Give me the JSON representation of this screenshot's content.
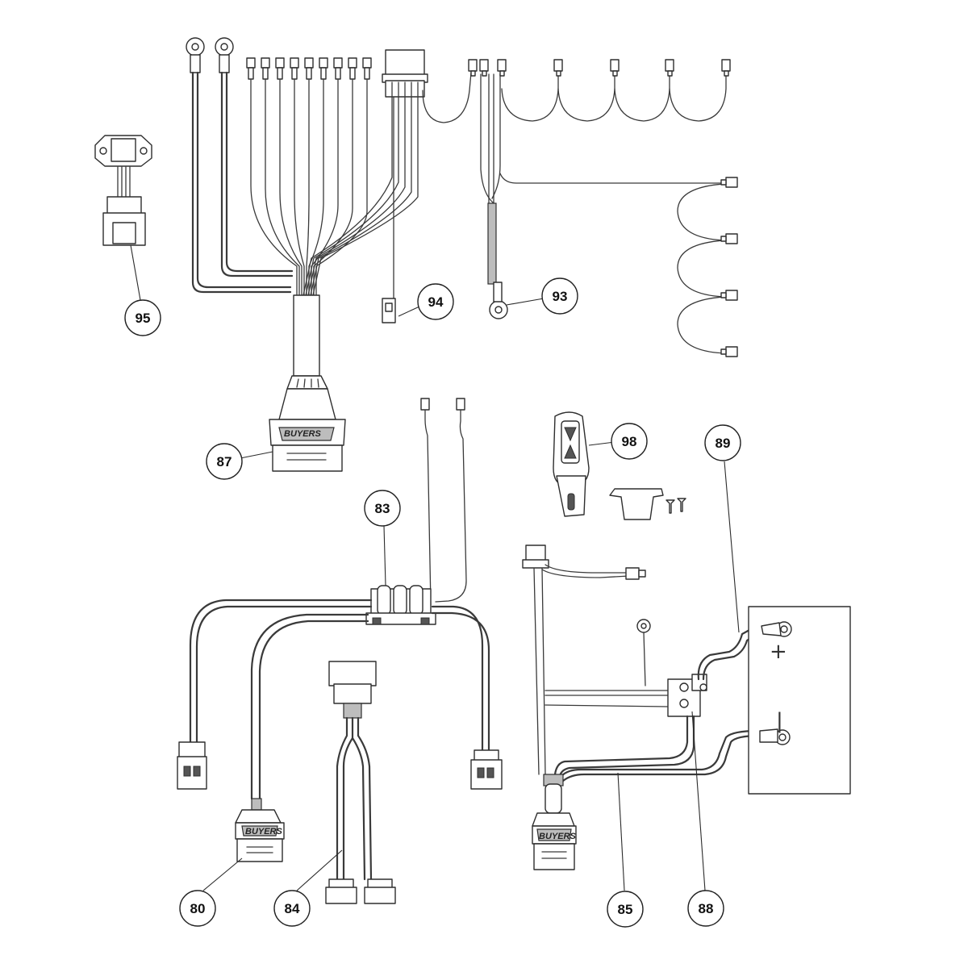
{
  "diagram": {
    "callouts": [
      {
        "id": "95",
        "label": "95"
      },
      {
        "id": "94",
        "label": "94"
      },
      {
        "id": "93",
        "label": "93"
      },
      {
        "id": "87",
        "label": "87"
      },
      {
        "id": "98",
        "label": "98"
      },
      {
        "id": "89",
        "label": "89"
      },
      {
        "id": "83",
        "label": "83"
      },
      {
        "id": "80",
        "label": "80"
      },
      {
        "id": "84",
        "label": "84"
      },
      {
        "id": "85",
        "label": "85"
      },
      {
        "id": "88",
        "label": "88"
      }
    ],
    "connector_logo": "BUYERS",
    "battery": {
      "positive": "+",
      "negative": "|"
    }
  }
}
